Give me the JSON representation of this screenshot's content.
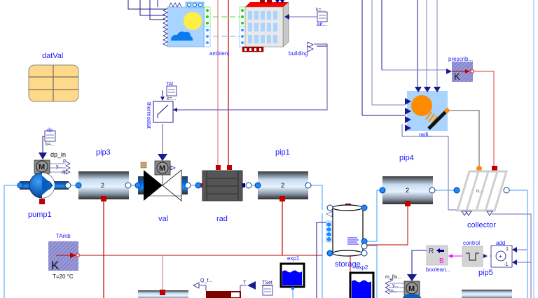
{
  "diagram": {
    "tool": "Modelica diagram view",
    "components": {
      "weather": {
        "label": ""
      },
      "ambient": {
        "label": "ambient"
      },
      "building": {
        "label": "building"
      },
      "air_source": {
        "label": "air...",
        "param": "k=..."
      },
      "datVal": {
        "label": "datVal"
      },
      "thermostat": {
        "label": "thermostat",
        "input_label": "TAl",
        "param": "k=..."
      },
      "pump1": {
        "label": "pump1",
        "input_label": "dp_in",
        "setpoint_label": "dp",
        "setpoint_param": "k=...",
        "outputs": [
          "P",
          "y...",
          "dp"
        ],
        "motor": "M"
      },
      "pip3": {
        "label": "pip3",
        "segments": "2"
      },
      "val": {
        "label": "val",
        "motor": "M"
      },
      "rad": {
        "label": "rad"
      },
      "pip1": {
        "label": "pip1",
        "segments": "2"
      },
      "pip4": {
        "label": "pip4",
        "segments": "2"
      },
      "storage": {
        "label": "storage"
      },
      "radiation": {
        "label": "radi..."
      },
      "prescribed_temp": {
        "label": "prescrib...",
        "unit": "K"
      },
      "collector": {
        "label": "collector",
        "inner_label": "n..."
      },
      "TAmb": {
        "label": "TAmb",
        "unit": "K",
        "param": "T=20 °C"
      },
      "exp1": {
        "label": "exp1"
      },
      "exp2": {
        "label": "exp2"
      },
      "heater": {
        "output_label": "Q_f...",
        "input_label": "T"
      },
      "TSet": {
        "label": "TSet"
      },
      "pump2": {
        "label": "m_flo...",
        "outputs": [
          "P",
          "y...",
          "m..."
        ],
        "motor": "M"
      },
      "boolean": {
        "label": "boolean...",
        "r_label": "R",
        "b_label": "B"
      },
      "control": {
        "label": "control"
      },
      "add": {
        "label": "add",
        "gain_top": "1",
        "gain_bottom": "-1",
        "symbol": "+"
      },
      "pip5": {
        "label": "pip5"
      }
    },
    "colors": {
      "signal": "#00007f",
      "signal_light": "#7f7fbf",
      "heat": "#bf0000",
      "heat_light": "#e08080",
      "fluid": "#3c9cff",
      "fluid_dark": "#0064c8",
      "boolean": "#ff00ff",
      "label": "#1a1aff"
    }
  }
}
